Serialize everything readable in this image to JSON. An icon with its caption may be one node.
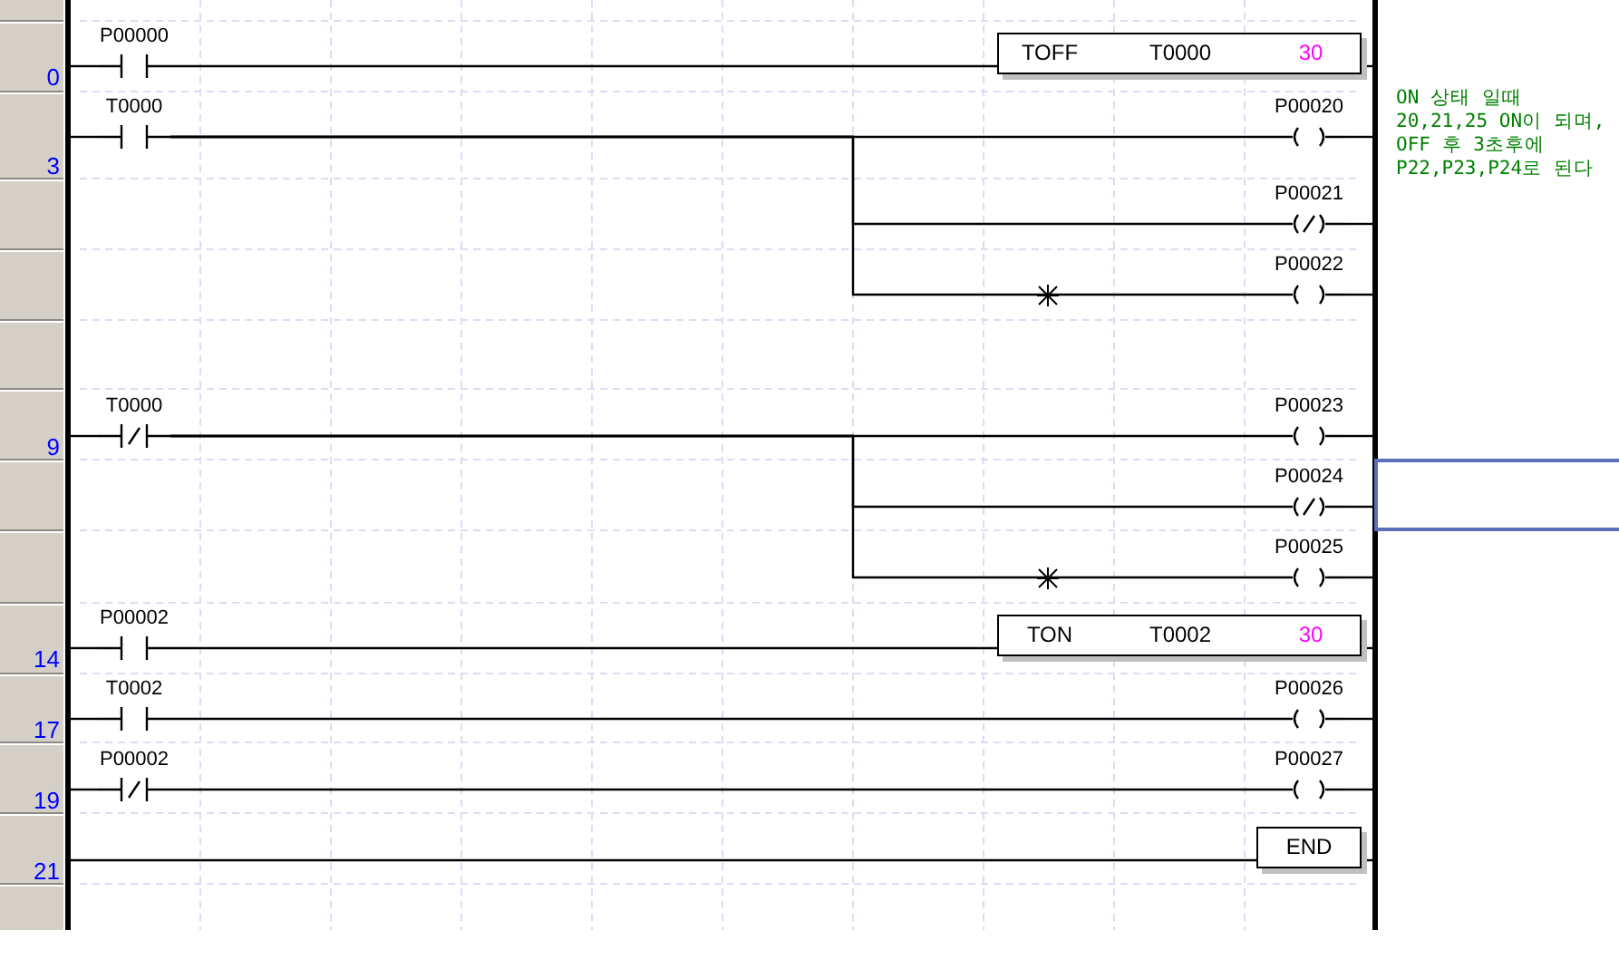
{
  "diagram": {
    "nodes": [
      {
        "text": [],
        "shape": "bar"
      },
      {
        "text": [],
        "shape": "bar"
      },
      {
        "text": [
          "P00000"
        ]
      },
      {
        "text": [
          "TOFF",
          "T0000",
          "30"
        ]
      },
      {
        "text": [
          "T0000"
        ]
      },
      {
        "text": [
          "P00020"
        ]
      },
      {
        "text": [
          "P00021"
        ]
      },
      {
        "text": [
          "P00022"
        ]
      },
      {
        "text": [
          "T0000"
        ]
      },
      {
        "text": [
          "P00023"
        ]
      },
      {
        "text": [
          "P00024"
        ]
      },
      {
        "text": [
          "P00025"
        ]
      },
      {
        "text": [
          "P00002"
        ]
      },
      {
        "text": [
          "TON",
          "T0002",
          "30"
        ]
      },
      {
        "text": [
          "T0002"
        ]
      },
      {
        "text": [
          "P00026"
        ]
      },
      {
        "text": [
          "P00002"
        ]
      },
      {
        "text": [
          "P00027"
        ]
      },
      {
        "text": [
          "END"
        ]
      },
      {
        "text": [],
        "shape": "box"
      }
    ],
    "edges": [
      {
        "from": 0,
        "to": 2,
        "arrow": "none"
      },
      {
        "from": 2,
        "to": 3,
        "arrow": "none"
      },
      {
        "from": 3,
        "to": 1,
        "arrow": "none"
      },
      {
        "from": 0,
        "to": 4,
        "arrow": "none"
      },
      {
        "from": 4,
        "to": 5,
        "arrow": "none"
      },
      {
        "from": 4,
        "to": 6,
        "arrow": "none"
      },
      {
        "from": 4,
        "to": 7,
        "arrow": "none"
      },
      {
        "from": 5,
        "to": 1,
        "arrow": "none"
      },
      {
        "from": 6,
        "to": 1,
        "arrow": "none"
      },
      {
        "from": 7,
        "to": 1,
        "arrow": "none"
      },
      {
        "from": 0,
        "to": 8,
        "arrow": "none"
      },
      {
        "from": 8,
        "to": 9,
        "arrow": "none"
      },
      {
        "from": 8,
        "to": 10,
        "arrow": "none"
      },
      {
        "from": 8,
        "to": 11,
        "arrow": "none"
      },
      {
        "from": 9,
        "to": 1,
        "arrow": "none"
      },
      {
        "from": 10,
        "to": 1,
        "arrow": "none"
      },
      {
        "from": 11,
        "to": 1,
        "arrow": "none"
      },
      {
        "from": 0,
        "to": 12,
        "arrow": "none"
      },
      {
        "from": 12,
        "to": 13,
        "arrow": "none"
      },
      {
        "from": 13,
        "to": 1,
        "arrow": "none"
      },
      {
        "from": 0,
        "to": 14,
        "arrow": "none"
      },
      {
        "from": 14,
        "to": 15,
        "arrow": "none"
      },
      {
        "from": 15,
        "to": 1,
        "arrow": "none"
      },
      {
        "from": 0,
        "to": 16,
        "arrow": "none"
      },
      {
        "from": 16,
        "to": 17,
        "arrow": "none"
      },
      {
        "from": 17,
        "to": 1,
        "arrow": "none"
      },
      {
        "from": 0,
        "to": 18,
        "arrow": "none"
      },
      {
        "from": 18,
        "to": 1,
        "arrow": "none"
      }
    ],
    "labels": [
      "0",
      "ON 상태 일때 20,21,25 ON이 되며, OFF 후 3초후에 P22,P23,P24로 된다",
      "3",
      "9",
      "14",
      "17",
      "19",
      "21"
    ]
  }
}
